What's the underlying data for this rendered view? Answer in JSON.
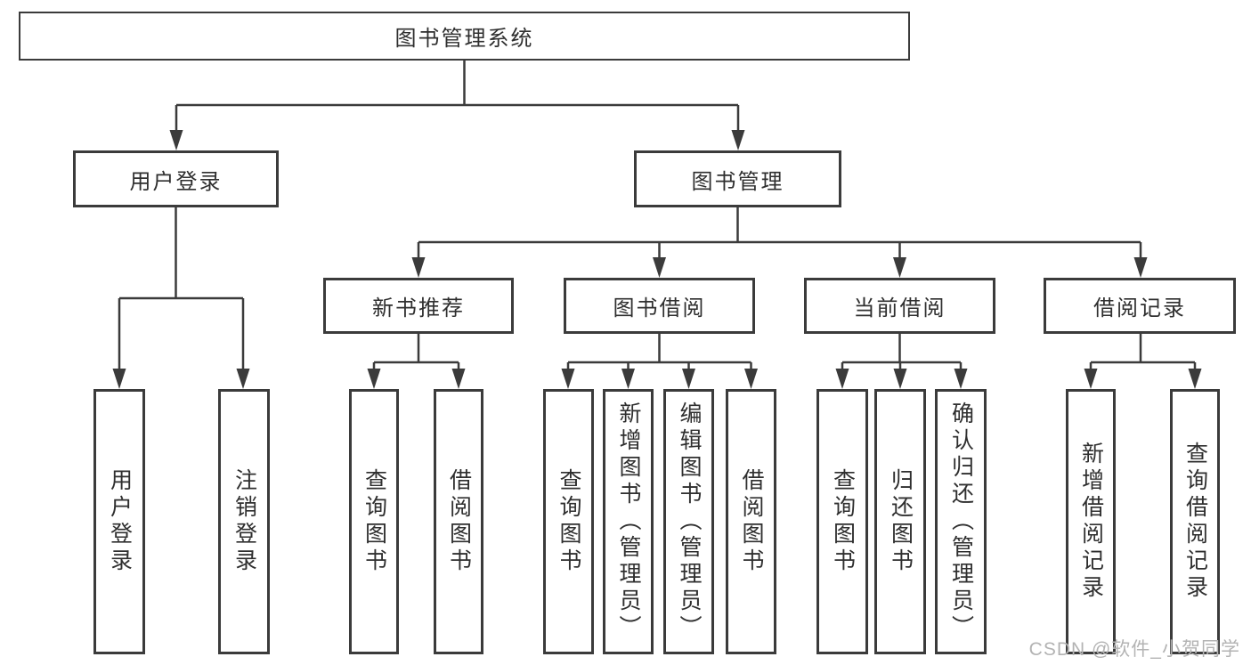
{
  "diagram": {
    "root": "图书管理系统",
    "branches": [
      {
        "label": "用户登录",
        "children": [
          "用户登录",
          "注销登录"
        ]
      },
      {
        "label": "图书管理",
        "modules": [
          {
            "label": "新书推荐",
            "children": [
              "查询图书",
              "借阅图书"
            ]
          },
          {
            "label": "图书借阅",
            "children": [
              "查询图书",
              "新增图书（管理员）",
              "编辑图书（管理员）",
              "借阅图书"
            ]
          },
          {
            "label": "当前借阅",
            "children": [
              "查询图书",
              "归还图书",
              "确认归还（管理员）"
            ]
          },
          {
            "label": "借阅记录",
            "children": [
              "新增借阅记录",
              "查询借阅记录"
            ]
          }
        ]
      }
    ]
  },
  "watermark": "CSDN @软件_小贺同学",
  "colors": {
    "line": "#3b3b3b",
    "box_border": "#3b3b3b",
    "text": "#2f2f2f",
    "background": "#ffffff",
    "watermark": "#b3b3b3"
  }
}
